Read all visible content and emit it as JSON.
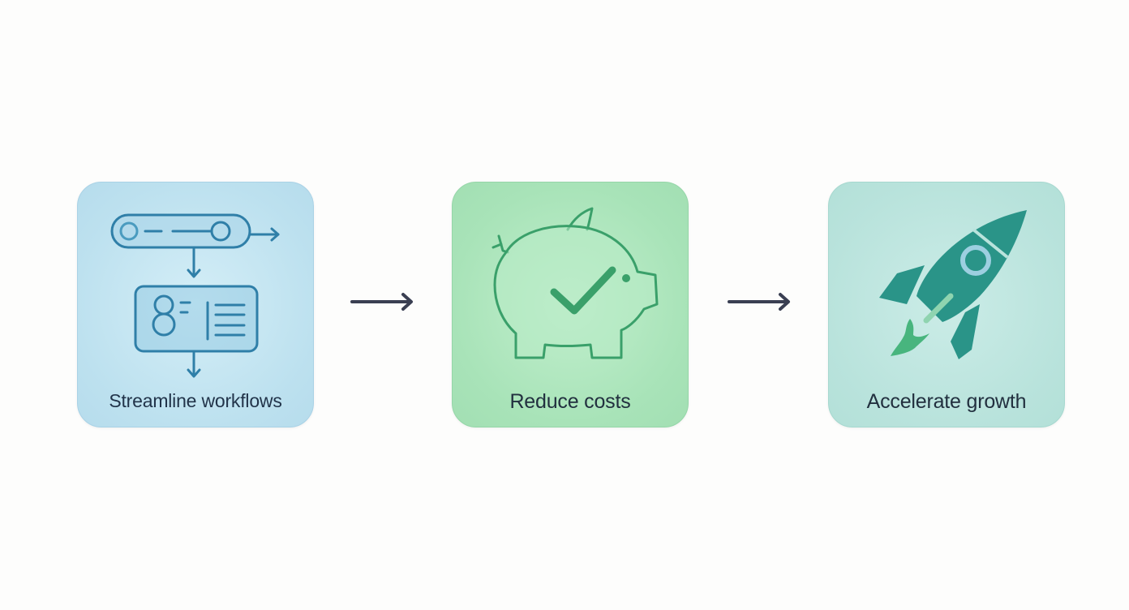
{
  "diagram": {
    "type": "process-flow",
    "direction": "left-to-right",
    "steps": [
      {
        "label": "Streamline workflows",
        "icon": "workflow-icon",
        "color": "#bde1ef",
        "icon_color": "#2f7fa8"
      },
      {
        "label": "Reduce costs",
        "icon": "piggy-bank-check-icon",
        "color": "#a8e3b8",
        "icon_color": "#3aa06a"
      },
      {
        "label": "Accelerate growth",
        "icon": "rocket-icon",
        "color": "#b9e3dc",
        "icon_color": "#2a9488"
      }
    ],
    "connectors": [
      {
        "from": 0,
        "to": 1,
        "icon": "arrow-right-icon",
        "color": "#3a3f52"
      },
      {
        "from": 1,
        "to": 2,
        "icon": "arrow-right-icon",
        "color": "#3a3f52"
      }
    ]
  }
}
